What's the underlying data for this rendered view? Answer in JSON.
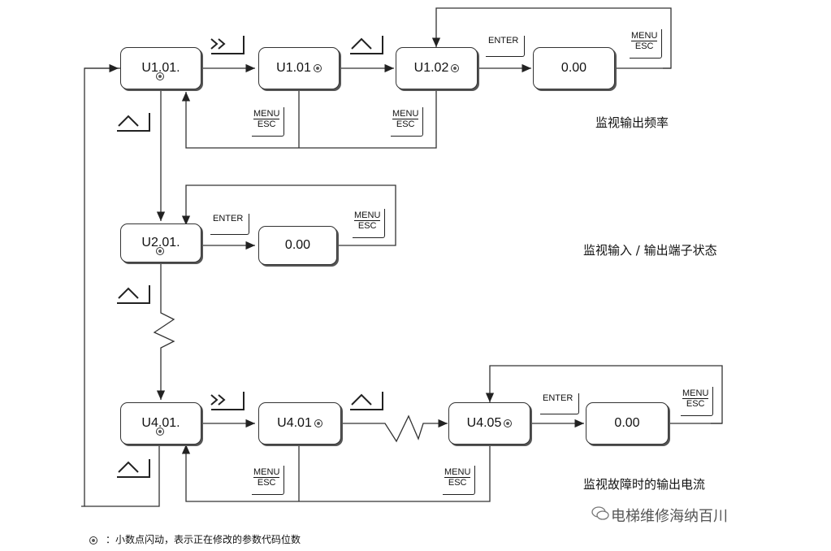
{
  "boxes": {
    "u101_start": "U1.01.",
    "u101": "U1.01",
    "u102": "U1.02",
    "u1_value": "0.00",
    "u201_start": "U2.01.",
    "u2_value": "0.00",
    "u401_start": "U4.01.",
    "u401": "U4.01",
    "u405": "U4.05",
    "u4_value": "0.00"
  },
  "keys": {
    "enter": "ENTER",
    "menu": "MENU",
    "esc": "ESC"
  },
  "captions": {
    "u1": "监视输出频率",
    "u2": "监视输入 / 输出端子状态",
    "u4": "监视故障时的输出电流"
  },
  "footnote": "：小数点闪动，表示正在修改的参数代码位数",
  "watermark": "电梯维修海纳百川"
}
